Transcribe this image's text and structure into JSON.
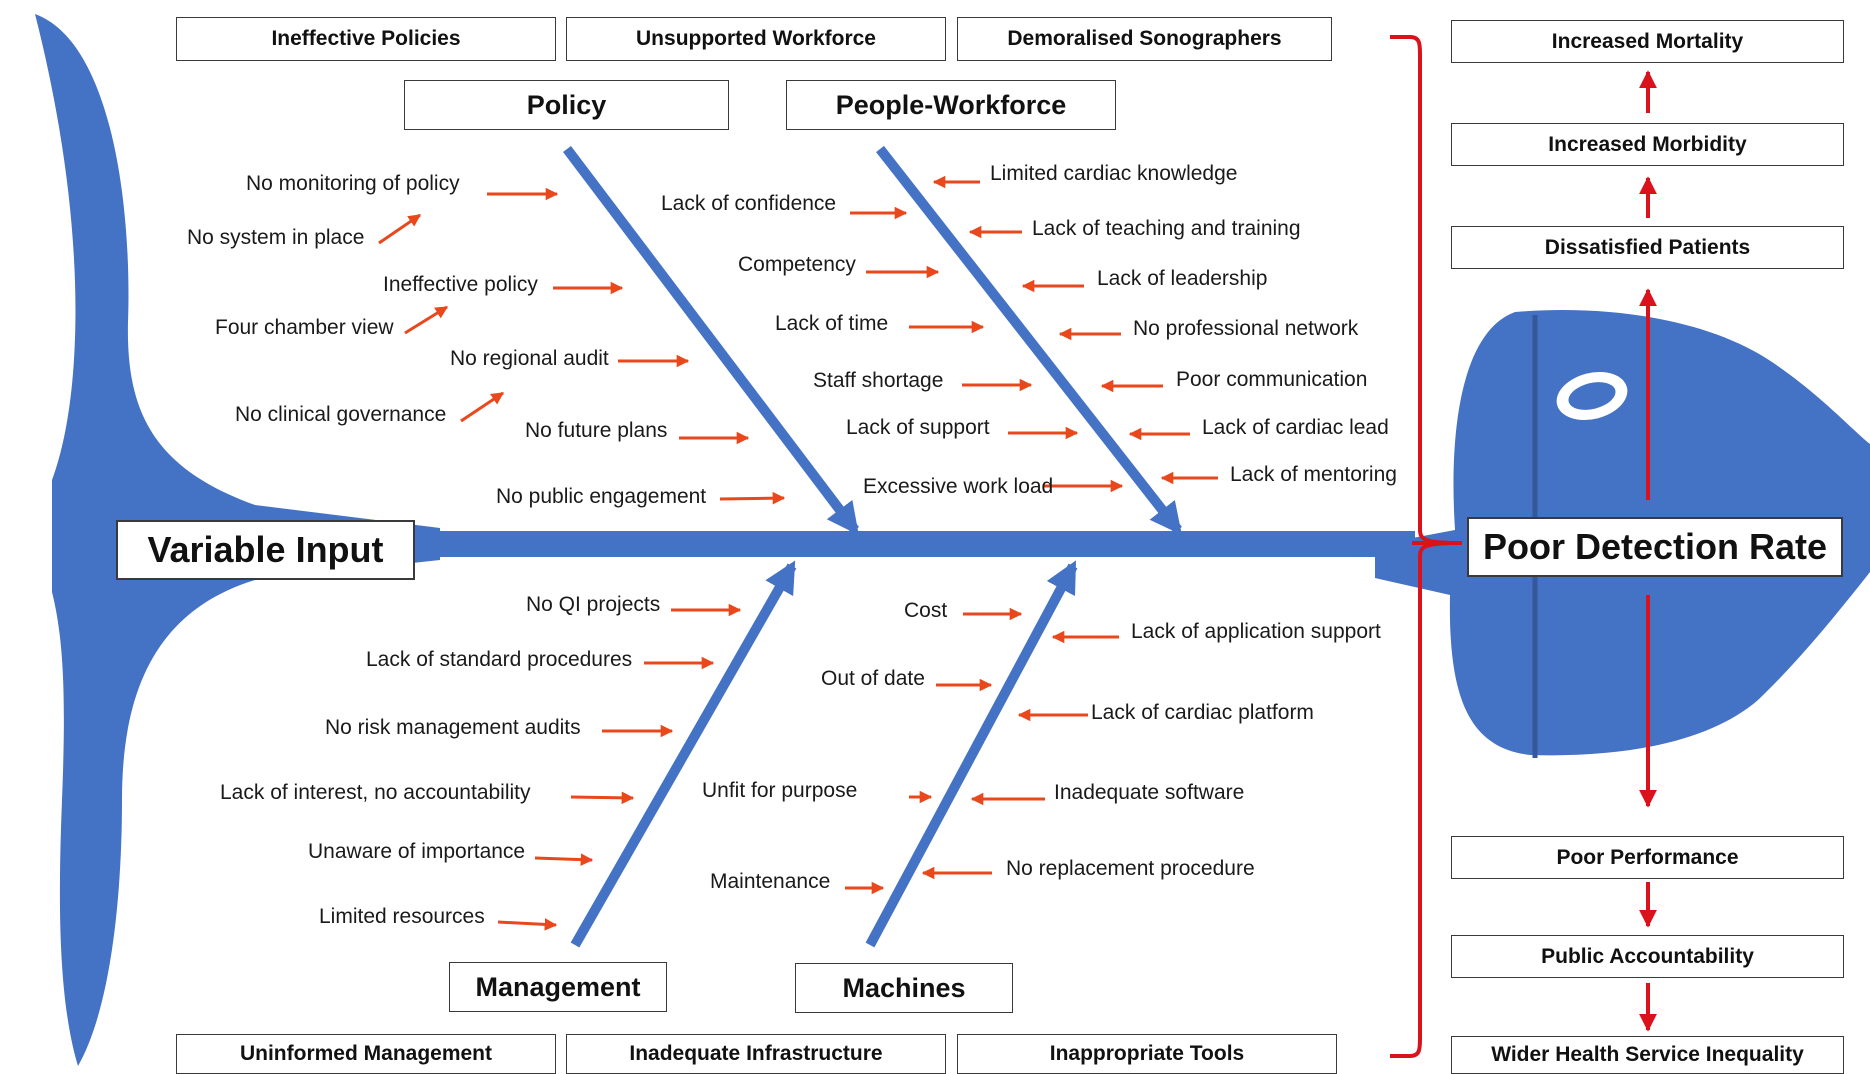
{
  "colors": {
    "fish": "#4472C4",
    "arrow": "#E8481C",
    "bracket": "#D9121C",
    "border": "#3a3a3a",
    "eye_ring": "#ffffff"
  },
  "head": "Poor Detection Rate",
  "tail": "Variable Input",
  "categories": {
    "policy": "Policy",
    "people": "People-Workforce",
    "management": "Management",
    "machines": "Machines"
  },
  "consequences_top": [
    "Ineffective Policies",
    "Unsupported Workforce",
    "Demoralised Sonographers"
  ],
  "consequences_bottom": [
    "Uninformed Management",
    "Inadequate Infrastructure",
    "Inappropriate Tools"
  ],
  "outcomes_up": [
    "Increased Mortality",
    "Increased Morbidity",
    "Dissatisfied Patients"
  ],
  "outcomes_down": [
    "Poor Performance",
    "Public Accountability",
    "Wider Health Service Inequality"
  ],
  "causes": {
    "policy": [
      "No monitoring of policy",
      "No system in place",
      "Ineffective policy",
      "Four chamber view",
      "No regional audit",
      "No clinical governance",
      "No future plans",
      "No public engagement"
    ],
    "people_left": [
      "Lack of confidence",
      "Competency",
      "Lack of time",
      "Staff shortage",
      "Lack of support",
      "Excessive work load"
    ],
    "people_right": [
      "Limited cardiac knowledge",
      "Lack of teaching and training",
      "Lack of leadership",
      "No professional network",
      "Poor communication",
      "Lack of cardiac lead",
      "Lack of mentoring"
    ],
    "management": [
      "No QI projects",
      "Lack of standard procedures",
      "No risk management audits",
      "Lack of interest, no accountability",
      "Unaware of importance",
      "Limited resources"
    ],
    "machines_left": [
      "Cost",
      "Out of date",
      "Unfit for purpose",
      "Maintenance"
    ],
    "machines_right": [
      "Lack of application support",
      "Lack of cardiac platform",
      "Inadequate software",
      "No replacement procedure"
    ]
  }
}
